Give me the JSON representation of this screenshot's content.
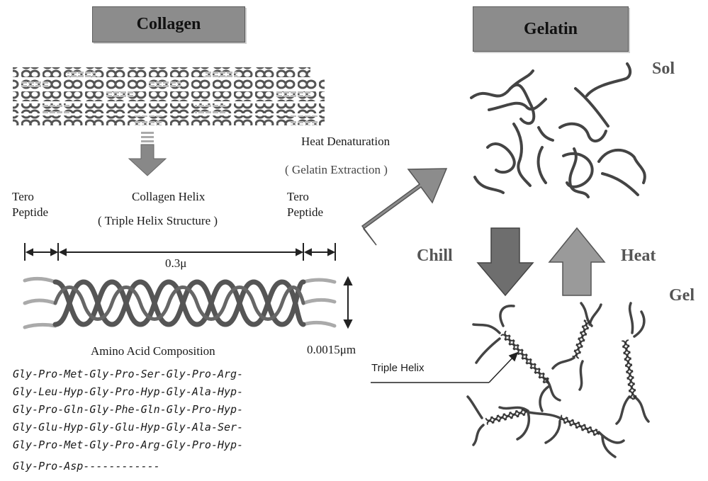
{
  "titles": {
    "collagen": "Collagen",
    "gelatin": "Gelatin"
  },
  "states": {
    "sol": "Sol",
    "gel": "Gel",
    "chill": "Chill",
    "heat": "Heat"
  },
  "labels": {
    "heat_denaturation": "Heat Denaturation",
    "gelatin_extraction": "( Gelatin Extraction )",
    "tero_left_1": "Tero",
    "tero_left_2": "Peptide",
    "tero_right_1": "Tero",
    "tero_right_2": "Peptide",
    "collagen_helix": "Collagen Helix",
    "triple_helix_structure": "( Triple Helix Structure )",
    "length": "0.3μ",
    "width": "0.0015μm",
    "amino_acid_composition": "Amino Acid Composition",
    "triple_helix": "Triple Helix"
  },
  "sequence": [
    "Gly-Pro-Met-Gly-Pro-Ser-Gly-Pro-Arg-",
    "Gly-Leu-Hyp-Gly-Pro-Hyp-Gly-Ala-Hyp-",
    "Gly-Pro-Gln-Gly-Phe-Gln-Gly-Pro-Hyp-",
    "Gly-Glu-Hyp-Gly-Glu-Hyp-Gly-Ala-Ser-",
    "Gly-Pro-Met-Gly-Pro-Arg-Gly-Pro-Hyp-",
    "Gly-Pro-Asp------------"
  ]
}
